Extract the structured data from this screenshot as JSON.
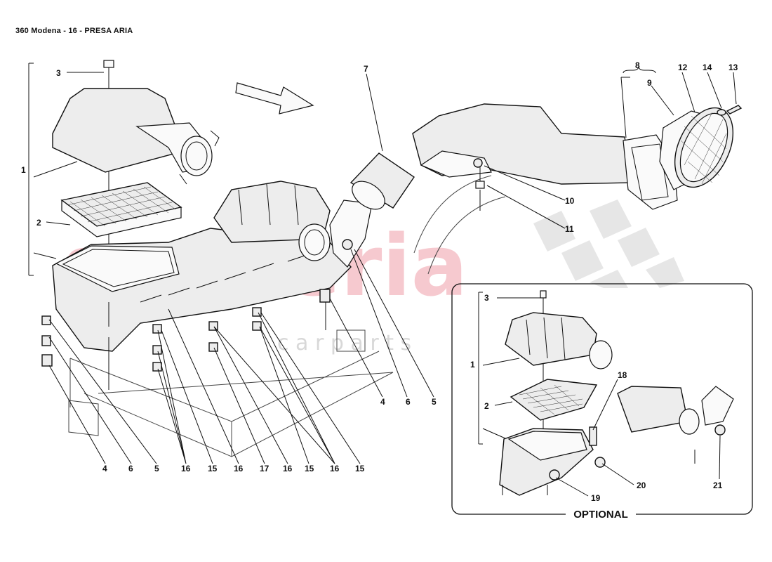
{
  "title": "360 Modena - 16 - PRESA ARIA",
  "watermark": {
    "main": "scuderia",
    "sub": "c a r   p a r t s",
    "color": "#f4b8bf"
  },
  "optional_label": "OPTIONAL",
  "callouts": {
    "c1": "1",
    "c2": "2",
    "c3": "3",
    "c7": "7",
    "c8": "8",
    "c9": "9",
    "c10": "10",
    "c11": "11",
    "c12": "12",
    "c13": "13",
    "c14": "14",
    "r4a": "4",
    "r6a": "6",
    "r5a": "5",
    "b4": "4",
    "b6": "6",
    "b5": "5",
    "b16a": "16",
    "b15a": "15",
    "b16b": "16",
    "b17": "17",
    "b16c": "16",
    "b15b": "15",
    "b16d": "16",
    "b15c": "15",
    "o1": "1",
    "o2": "2",
    "o3": "3",
    "o18": "18",
    "o19": "19",
    "o20": "20",
    "o21": "21"
  }
}
